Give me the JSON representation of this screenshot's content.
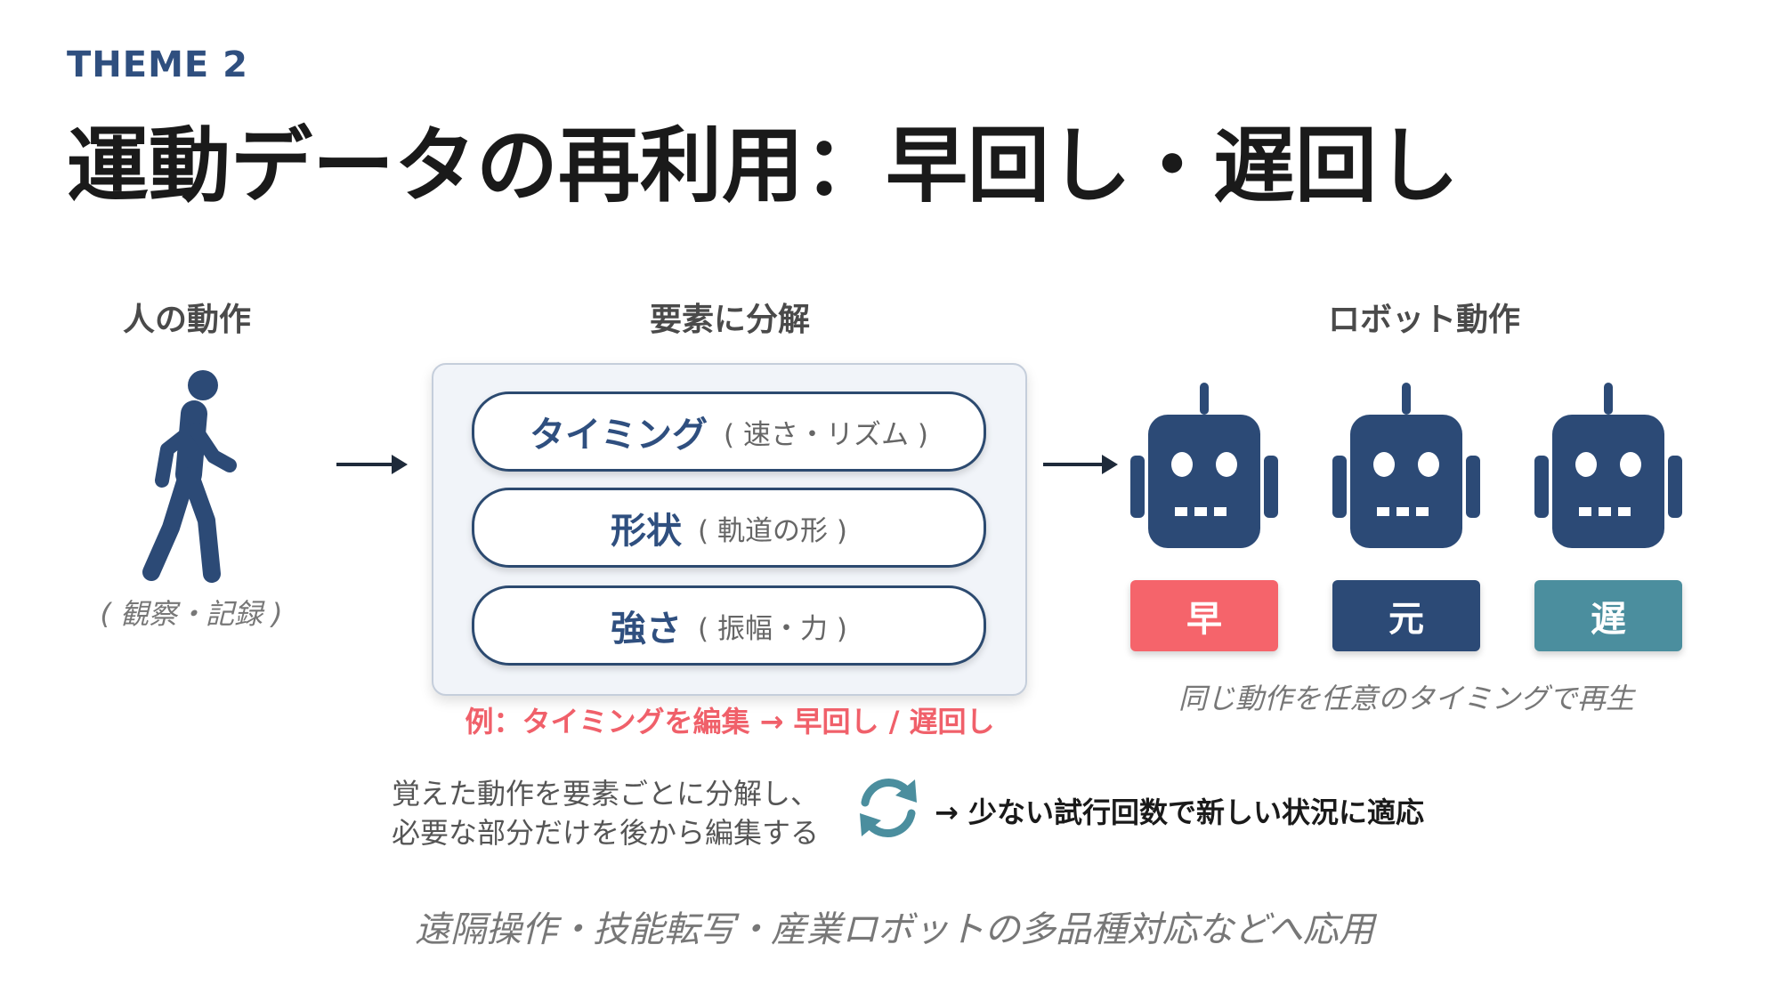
{
  "header": {
    "theme": "THEME 2",
    "title": "運動データの再利用：早回し・遅回し"
  },
  "sections": {
    "human": {
      "heading": "人の動作",
      "caption": "( 観察・記録 )"
    },
    "decompose": {
      "heading": "要素に分解",
      "items": [
        {
          "label": "タイミング",
          "detail": "( 速さ・リズム )"
        },
        {
          "label": "形状",
          "detail": "( 軌道の形 )"
        },
        {
          "label": "強さ",
          "detail": "( 振幅・力 )"
        }
      ],
      "example": "例：タイミングを編集 → 早回し / 遅回し"
    },
    "robot": {
      "heading": "ロボット動作",
      "badges": [
        "早",
        "元",
        "遅"
      ],
      "caption": "同じ動作を任意のタイミングで再生"
    }
  },
  "summary": {
    "line1": "覚えた動作を要素ごとに分解し、",
    "line2": "必要な部分だけを後から編集する",
    "result": "→ 少ない試行回数で新しい状況に適応"
  },
  "footer": "遠隔操作・技能転写・産業ロボットの多品種対応などへ応用",
  "colors": {
    "navy": "#2c4a76",
    "fast": "#f5646b",
    "normal": "#2c4a76",
    "slow": "#4b8e9e",
    "cycle": "#4b8e9e"
  },
  "icons": [
    "walking-person-icon",
    "robot-icon",
    "cycle-arrows-icon"
  ]
}
